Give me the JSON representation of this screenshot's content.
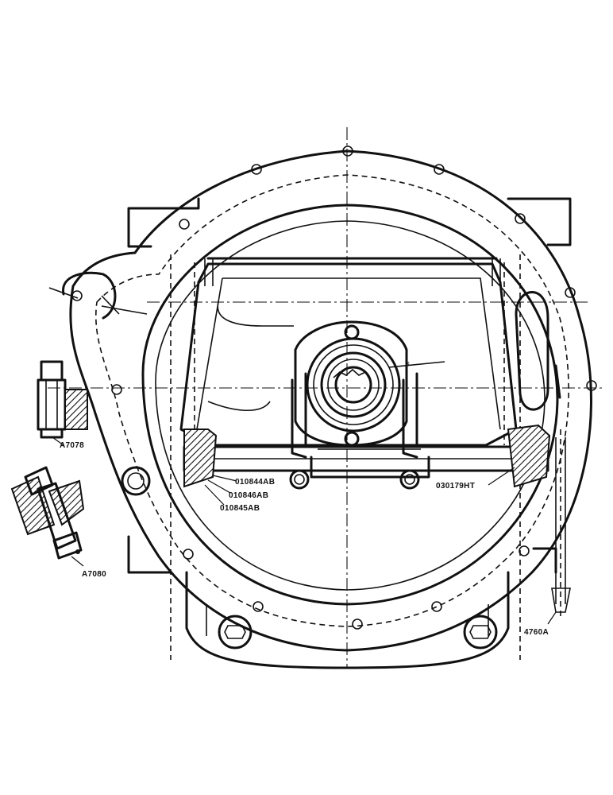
{
  "callouts": {
    "bolt_left": "A7078",
    "bolt_lower_left": "A7080",
    "pin_a": "010844AB",
    "pin_b": "010846AB",
    "pin_c": "010845AB",
    "shaft_right": "030179HT",
    "rod_right": "4760A"
  }
}
